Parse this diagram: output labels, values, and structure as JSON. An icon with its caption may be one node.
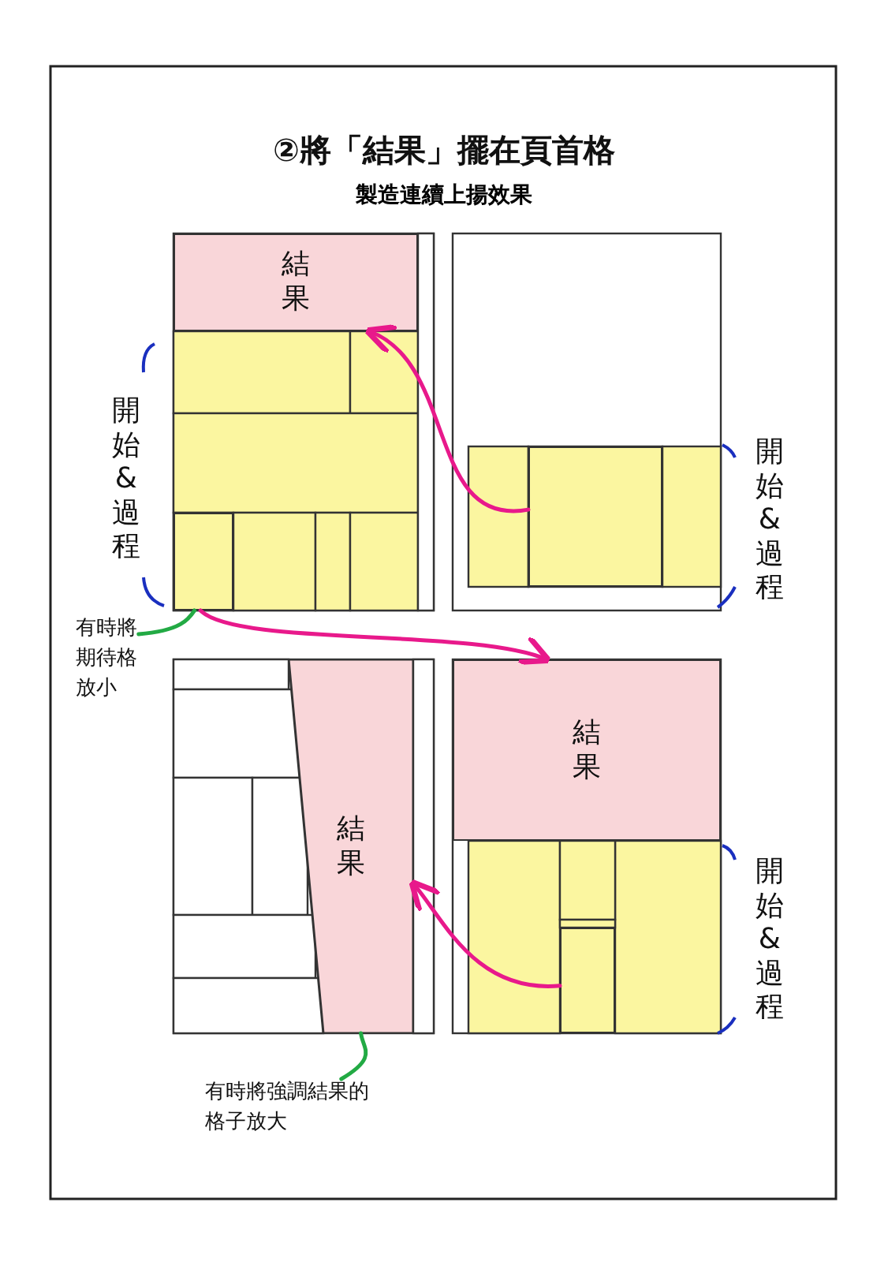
{
  "diagram": {
    "title": "②將「結果」擺在頁首格",
    "nodes": [
      {
        "text": [
          "結果"
        ]
      },
      {
        "text": [],
        "shape": "box"
      },
      {
        "text": [],
        "shape": "box"
      },
      {
        "text": [
          "結果"
        ]
      },
      {
        "text": [
          "結果"
        ]
      },
      {
        "text": [],
        "shape": "box"
      },
      {
        "text": [
          "有時將期待格放小"
        ]
      },
      {
        "text": [
          "有時將強調結果的格子放大"
        ]
      }
    ],
    "edges": [
      {
        "from": 2,
        "to": 0,
        "arrow": "to"
      },
      {
        "from": 1,
        "to": 3,
        "arrow": "to"
      },
      {
        "from": 5,
        "to": 4,
        "arrow": "to"
      },
      {
        "from": 6,
        "to": 1,
        "arrow": "none",
        "color": "#22aa44"
      },
      {
        "from": 7,
        "to": 4,
        "arrow": "none",
        "color": "#22aa44"
      }
    ],
    "labels": [
      "製造連續上揚效果",
      "開始&過程",
      "開始&過程",
      "開始&過程"
    ]
  }
}
